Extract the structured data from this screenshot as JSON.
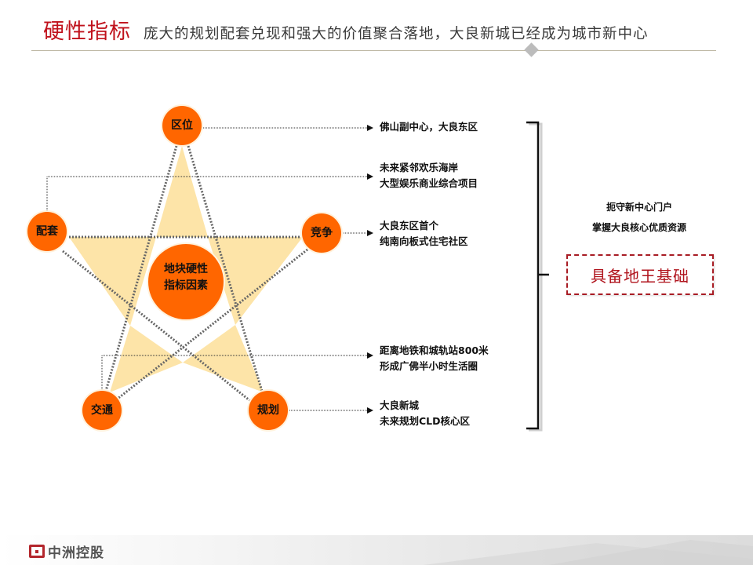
{
  "header": {
    "title": "硬性指标",
    "subtitle": "庞大的规划配套兑现和强大的价值聚合落地，大良新城已经成为城市新中心"
  },
  "diagram": {
    "center_label_line1": "地块硬性",
    "center_label_line2": "指标因素",
    "nodes": [
      {
        "id": "location",
        "label": "区位"
      },
      {
        "id": "facilities",
        "label": "配套"
      },
      {
        "id": "competition",
        "label": "竞争"
      },
      {
        "id": "transport",
        "label": "交通"
      },
      {
        "id": "planning",
        "label": "规划"
      }
    ],
    "descriptions": [
      {
        "node": "区位",
        "line1": "佛山副中心，大良东区",
        "line2": ""
      },
      {
        "node": "配套",
        "line1": "未来紧邻欢乐海岸",
        "line2": "大型娱乐商业综合项目"
      },
      {
        "node": "竞争",
        "line1": "大良东区首个",
        "line2": "纯南向板式住宅社区"
      },
      {
        "node": "交通",
        "line1": "距离地铁和城轨站800米",
        "line2": "形成广佛半小时生活圈"
      },
      {
        "node": "规划",
        "line1": "大良新城",
        "line2": "未来规划CLD核心区"
      }
    ],
    "colors": {
      "node_fill": "#ff6600",
      "star_fill": "#fde4a8",
      "star_outline": "#666666",
      "accent_red": "#c0121c"
    }
  },
  "summary": {
    "line1": "扼守新中心门户",
    "line2": "掌握大良核心优质资源",
    "conclusion": "具备地王基础"
  },
  "footer": {
    "logo_text": "中洲控股"
  }
}
